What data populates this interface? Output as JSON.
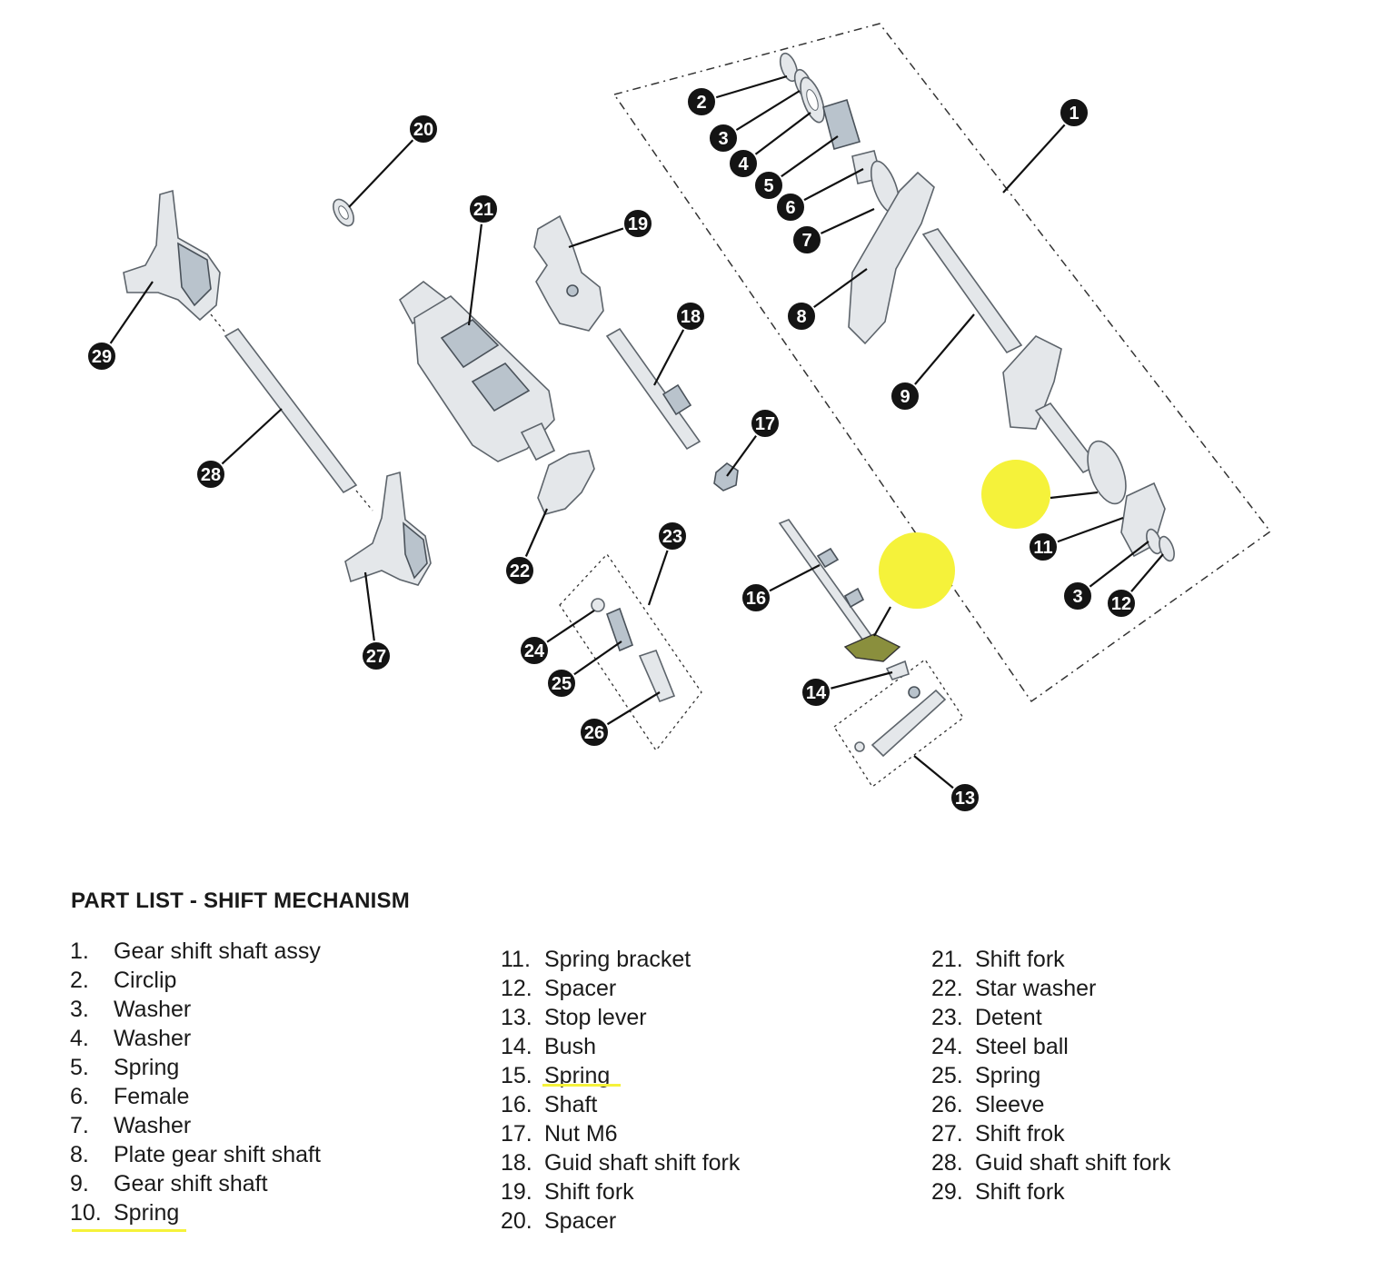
{
  "diagram": {
    "callouts": [
      "1",
      "2",
      "3",
      "4",
      "5",
      "6",
      "7",
      "8",
      "9",
      "11",
      "3",
      "12",
      "13",
      "14",
      "16",
      "17",
      "18",
      "19",
      "20",
      "21",
      "22",
      "23",
      "24",
      "25",
      "26",
      "27",
      "28",
      "29"
    ],
    "highlight_color": "#f5f23a",
    "callout_color": "#141414"
  },
  "parts_list": {
    "title": "PART LIST - SHIFT MECHANISM",
    "items": [
      {
        "num": "1.",
        "name": "Gear shift shaft assy"
      },
      {
        "num": "2.",
        "name": "Circlip"
      },
      {
        "num": "3.",
        "name": "Washer"
      },
      {
        "num": "4.",
        "name": "Washer"
      },
      {
        "num": "5.",
        "name": "Spring"
      },
      {
        "num": "6.",
        "name": "Female"
      },
      {
        "num": "7.",
        "name": "Washer"
      },
      {
        "num": "8.",
        "name": "Plate gear shift shaft"
      },
      {
        "num": "9.",
        "name": "Gear shift shaft"
      },
      {
        "num": "10.",
        "name": "Spring"
      },
      {
        "num": "11.",
        "name": "Spring bracket"
      },
      {
        "num": "12.",
        "name": "Spacer"
      },
      {
        "num": "13.",
        "name": "Stop lever"
      },
      {
        "num": "14.",
        "name": "Bush"
      },
      {
        "num": "15.",
        "name": "Spring"
      },
      {
        "num": "16.",
        "name": "Shaft"
      },
      {
        "num": "17.",
        "name": "Nut M6"
      },
      {
        "num": "18.",
        "name": "Guid shaft shift fork"
      },
      {
        "num": "19.",
        "name": "Shift fork"
      },
      {
        "num": "20.",
        "name": "Spacer"
      },
      {
        "num": "21.",
        "name": "Shift fork"
      },
      {
        "num": "22.",
        "name": "Star washer"
      },
      {
        "num": "23.",
        "name": "Detent"
      },
      {
        "num": "24.",
        "name": "Steel ball"
      },
      {
        "num": "25.",
        "name": "Spring"
      },
      {
        "num": "26.",
        "name": "Sleeve"
      },
      {
        "num": "27.",
        "name": "Shift frok"
      },
      {
        "num": "28.",
        "name": "Guid shaft shift fork"
      },
      {
        "num": "29.",
        "name": "Shift fork"
      }
    ]
  }
}
